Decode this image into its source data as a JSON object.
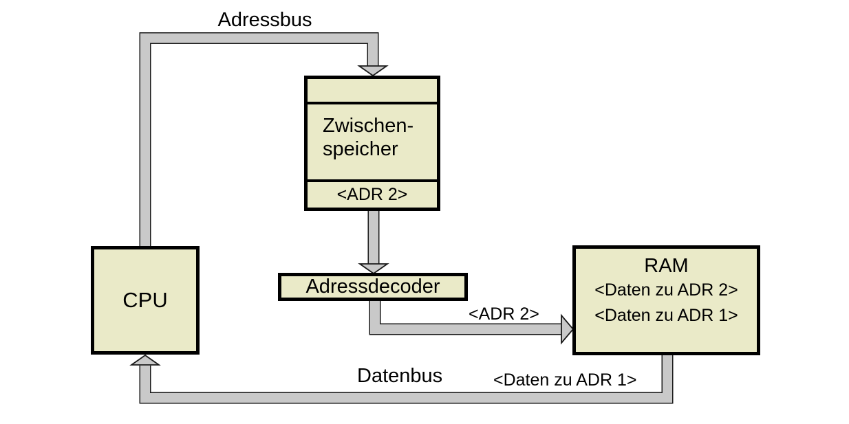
{
  "diagram": {
    "title_context": "CPU memory addressing diagram",
    "colors": {
      "background": "#ffffff",
      "node_fill": "#eaeac8",
      "node_border": "#000000",
      "bus_fill": "#c9c9c9",
      "bus_outline": "#1a1a1a",
      "text": "#000000"
    },
    "nodes": {
      "cpu": {
        "label": "CPU"
      },
      "buffer": {
        "label_line1": "Zwischen-",
        "label_line2": "speicher",
        "slot_value": "<ADR 2>"
      },
      "decoder": {
        "label": "Adressdecoder"
      },
      "ram": {
        "title": "RAM",
        "row1": "<Daten zu ADR 2>",
        "row2": "<Daten zu ADR 1>"
      }
    },
    "bus_labels": {
      "adressbus": "Adressbus",
      "adr2_on_bus": "<ADR 2>",
      "datenbus": "Datenbus",
      "daten_zu_adr1_on_bus": "<Daten zu ADR 1>"
    }
  }
}
